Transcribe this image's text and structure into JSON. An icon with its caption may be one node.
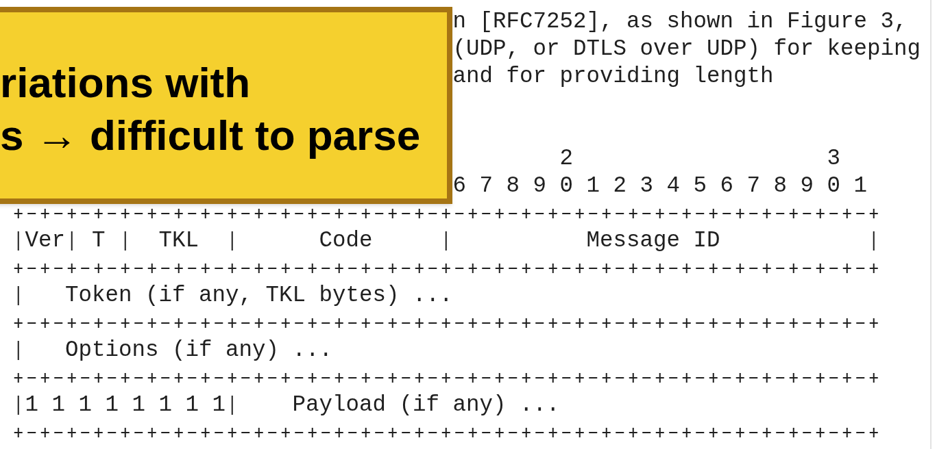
{
  "diagram": {
    "nodes": [
      {
        "text": [
          "riations with",
          "s → difficult to parse"
        ]
      },
      {
        "text": [
          "Ver"
        ]
      },
      {
        "text": [
          "T"
        ]
      },
      {
        "text": [
          "TKL"
        ]
      },
      {
        "text": [
          "Code"
        ]
      },
      {
        "text": [
          "Message ID"
        ]
      },
      {
        "text": [
          "Token (if any, TKL bytes) ..."
        ]
      },
      {
        "text": [
          "Options (if any) ..."
        ]
      },
      {
        "text": [
          "1 1 1 1 1 1 1 1"
        ]
      },
      {
        "text": [
          "Payload (if any) ..."
        ]
      }
    ],
    "labels": [
      "n [RFC7252], as shown in Figure 3,",
      "(UDP, or DTLS over UDP) for keeping",
      "and for providing length",
      "2",
      "3",
      "6 7 8 9 0 1 2 3 4 5 6 7 8 9 0 1"
    ]
  }
}
